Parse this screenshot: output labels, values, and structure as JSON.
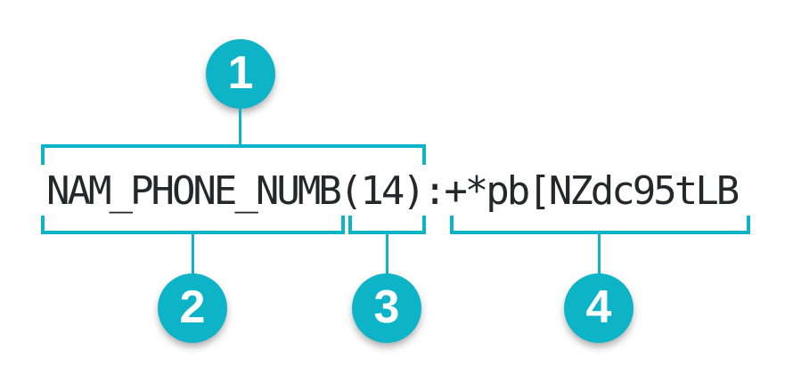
{
  "diagram": {
    "code_string": "NAM_PHONE_NUMB(14):+*pb[NZdc95tLB",
    "callouts": [
      {
        "label": "1",
        "covers": "NAM_PHONE_NUMB(14)",
        "side": "above"
      },
      {
        "label": "2",
        "covers": "NAM_PHONE_NUMB",
        "side": "below"
      },
      {
        "label": "3",
        "covers": "(14)",
        "side": "below"
      },
      {
        "label": "4",
        "covers": "+*pb[NZdc95tLB",
        "side": "below"
      }
    ],
    "colors": {
      "accent_teal": "#0db3c7",
      "text_dark": "#25272b",
      "badge_text": "#ffffff",
      "background": "#ffffff"
    }
  }
}
